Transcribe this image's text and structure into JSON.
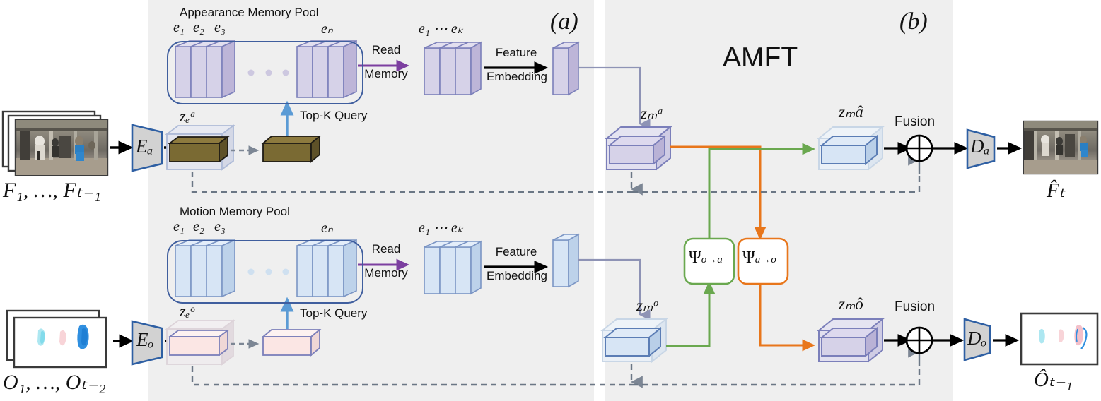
{
  "figure": {
    "panel_a_label": "(a)",
    "panel_b_label": "(b)",
    "amft_title": "AMFT"
  },
  "colors": {
    "panel_bg": "#efefef",
    "pool_border": "#3f5e9e",
    "appearance_fill": "#d6d2e8",
    "appearance_stroke": "#7b7fba",
    "motion_fill": "#d7e5f5",
    "motion_stroke": "#7b95c4",
    "z_e_a_fill": "#7a6a33",
    "z_e_o_fill": "#fbe6e4",
    "read_memory_arrow": "#7c3fa0",
    "topk_arrow": "#5b9bd5",
    "o_to_a_color": "#6aa84f",
    "a_to_o_color": "#e8761b",
    "dashed_gray": "#6b7785",
    "encoder_fill": "#d2d2d2",
    "encoder_stroke": "#2e5fa3",
    "connector_gray": "#8e93b5"
  },
  "appearance_branch": {
    "pool_title": "Appearance Memory Pool",
    "slot_labels": [
      "e₁",
      "e₂",
      "e₃"
    ],
    "slot_last_label": "eₙ",
    "ellipsis": "• • •",
    "read_memory_label": [
      "Read",
      "Memory"
    ],
    "topk_slots_label": "e₁ ⋯ eₖ",
    "feature_embedding_label": [
      "Feature",
      "Embedding"
    ],
    "topk_query_label": "Top-K Query",
    "input_caption": "F₁, …, Fₜ₋₁",
    "encoder_label": "Eₐ",
    "latent_label": "zₑᵃ",
    "memory_latent_label": "zₘᵃ",
    "fused_latent_label": "zₘâ",
    "fusion_label": "Fusion",
    "decoder_label": "Dₐ",
    "output_caption": "F̂ₜ"
  },
  "motion_branch": {
    "pool_title": "Motion Memory Pool",
    "slot_labels": [
      "e₁",
      "e₂",
      "e₃"
    ],
    "slot_last_label": "eₙ",
    "ellipsis": "• • •",
    "read_memory_label": [
      "Read",
      "Memory"
    ],
    "topk_slots_label": "e₁ ⋯ eₖ",
    "feature_embedding_label": [
      "Feature",
      "Embedding"
    ],
    "topk_query_label": "Top-K Query",
    "input_caption": "O₁, …, Oₜ₋₂",
    "encoder_label": "Eₒ",
    "latent_label": "zₑᵒ",
    "memory_latent_label": "zₘᵒ",
    "fused_latent_label": "zₘô",
    "fusion_label": "Fusion",
    "decoder_label": "Dₒ",
    "output_caption": "Ôₜ₋₁"
  },
  "amft": {
    "transfer_o_to_a": "Ψ",
    "transfer_o_to_a_sub": "o→a",
    "transfer_a_to_o": "Ψ",
    "transfer_a_to_o_sub": "a→o"
  }
}
